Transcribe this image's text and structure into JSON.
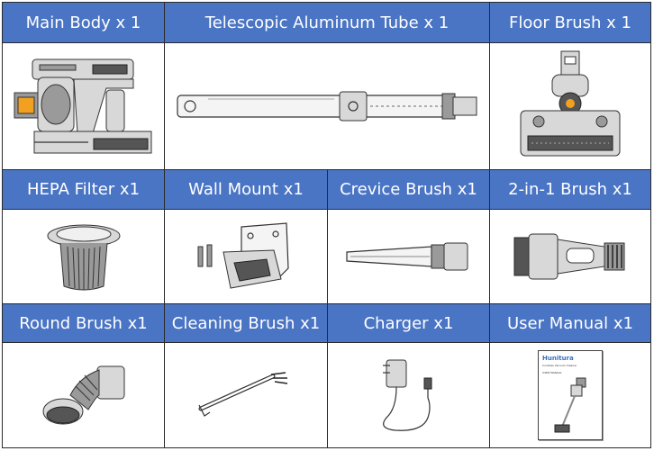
{
  "items": [
    {
      "label": "Main Body x 1",
      "icon": "main-body-icon"
    },
    {
      "label": "Telescopic Aluminum Tube x 1",
      "icon": "tube-icon"
    },
    {
      "label": "Floor Brush x 1",
      "icon": "floor-brush-icon"
    },
    {
      "label": "HEPA Filter x1",
      "icon": "hepa-filter-icon"
    },
    {
      "label": "Wall Mount x1",
      "icon": "wall-mount-icon"
    },
    {
      "label": "Crevice Brush x1",
      "icon": "crevice-brush-icon"
    },
    {
      "label": "2-in-1 Brush x1",
      "icon": "two-in-one-brush-icon"
    },
    {
      "label": "Round Brush x1",
      "icon": "round-brush-icon"
    },
    {
      "label": "Cleaning Brush x1",
      "icon": "cleaning-brush-icon"
    },
    {
      "label": "Charger x1",
      "icon": "charger-icon"
    },
    {
      "label": "User Manual x1",
      "icon": "user-manual-icon"
    }
  ],
  "manual_cover": {
    "brand": "Hunitura",
    "subtitle": "Cordless Vacuum Cleaner",
    "section": "USER MANUAL"
  },
  "colors": {
    "header_bg": "#4a74c4",
    "header_text": "#ffffff",
    "border": "#2a2a2a"
  }
}
